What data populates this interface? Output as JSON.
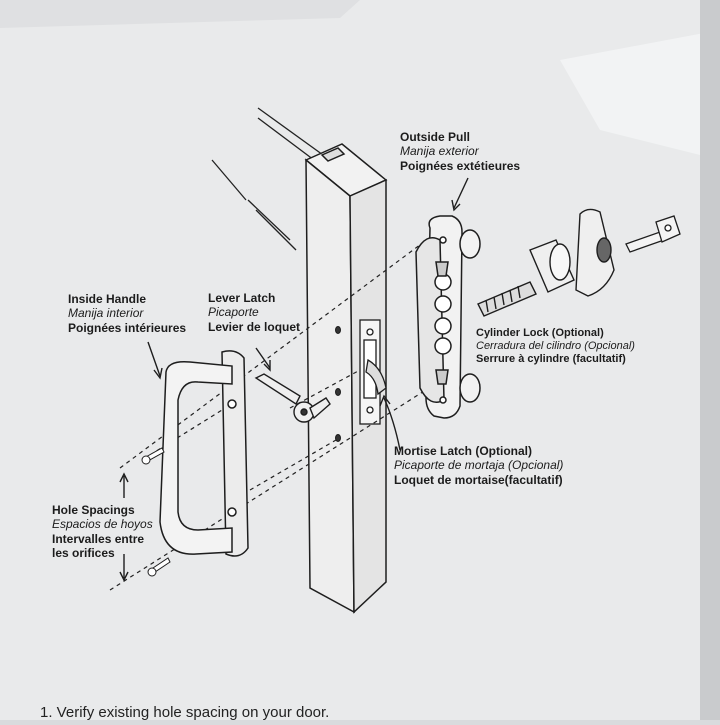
{
  "labels": {
    "outside_pull": {
      "en": "Outside Pull",
      "es": "Manija exterior",
      "fr": "Poignées extétieures"
    },
    "inside_handle": {
      "en": "Inside Handle",
      "es": "Manija interior",
      "fr": "Poignées intérieures"
    },
    "lever_latch": {
      "en": "Lever Latch",
      "es": "Picaporte",
      "fr": "Levier de loquet"
    },
    "cylinder_lock": {
      "en": "Cylinder Lock (Optional)",
      "es": "Cerradura del cilindro (Opcional)",
      "fr": "Serrure à cylindre (facultatif)"
    },
    "mortise_latch": {
      "en": "Mortise Latch (Optional)",
      "es": "Picaporte de mortaja (Opcional)",
      "fr": "Loquet de mortaise(facultatif)"
    },
    "hole_spacings": {
      "en": "Hole Spacings",
      "es": "Espacios de hoyos",
      "fr_line1": "Intervalles entre",
      "fr_line2": "les orifices"
    }
  },
  "instructions": {
    "step1": "1.  Verify existing hole spacing on your door."
  },
  "colors": {
    "paper": "#ecedee",
    "ink": "#222222",
    "backdrop": "#d9dbdd"
  }
}
